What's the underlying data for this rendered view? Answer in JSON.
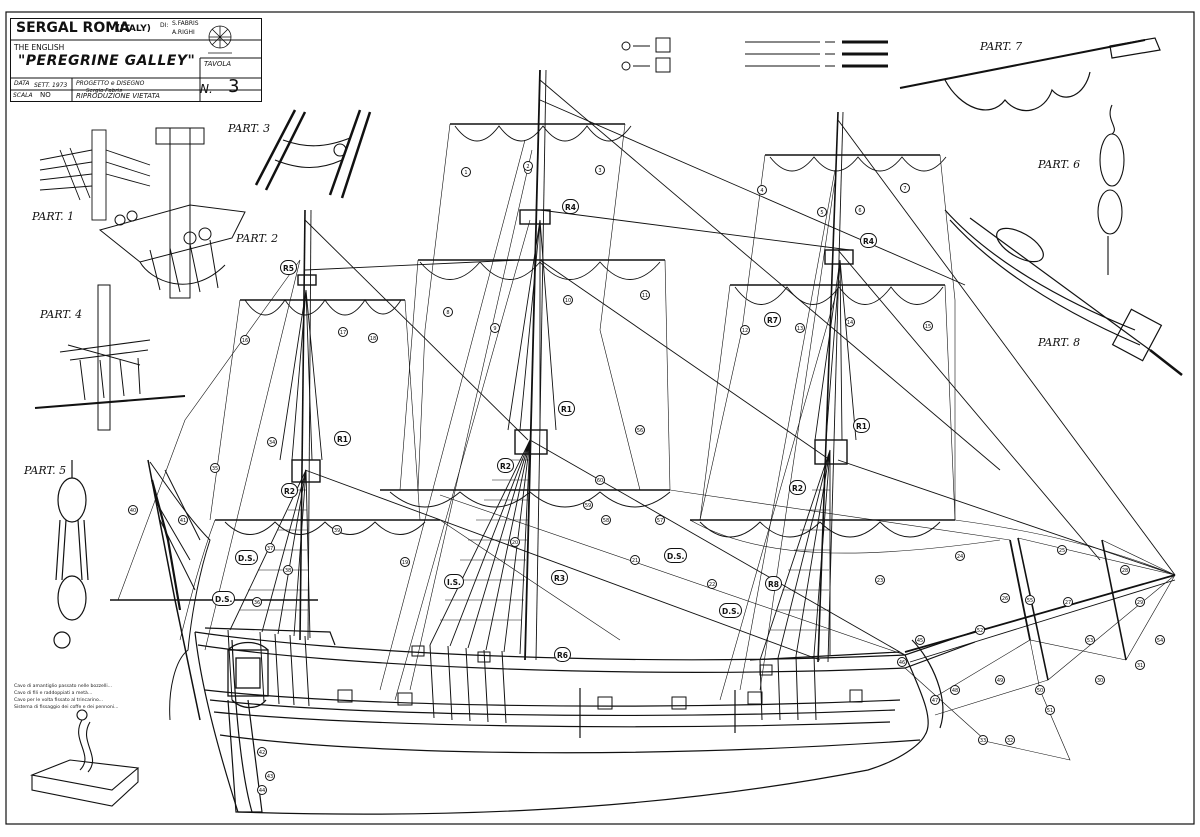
{
  "title_block": {
    "maker": "SERGAL ROMA",
    "country": "(ITALY)",
    "by_prefix": "DI:",
    "author_1": "S.FABRIS",
    "author_2": "A.RIGHI",
    "subtitle": "THE ENGLISH",
    "ship_name": "\"PEREGRINE  GALLEY\"",
    "data_label": "DATA",
    "data_value": "SETT. 1973",
    "progetto_label": "PROGETTO e DISEGNO",
    "progetto_value": "Sergio Fabris",
    "scala_label": "SCALA",
    "scala_value": "NO",
    "notice": "RIPRODUZIONE VIETATA",
    "tavola_label": "TAVOLA",
    "tavola_prefix": "N.",
    "tavola_number": "3"
  },
  "part_labels": [
    "PART. 1",
    "PART. 2",
    "PART. 3",
    "PART. 4",
    "PART. 5",
    "PART. 6",
    "PART. 7",
    "PART. 8"
  ],
  "callouts": {
    "R1": "R1",
    "R2": "R2",
    "R3": "R3",
    "R4": "R4",
    "R5": "R5",
    "R6": "R6",
    "R7": "R7",
    "R8": "R8",
    "DS": "D.S.",
    "IS": "I.S."
  },
  "num_labels": [
    "1",
    "2",
    "3",
    "4",
    "5",
    "6",
    "7",
    "8",
    "9",
    "10",
    "11",
    "12",
    "13",
    "14",
    "15",
    "16",
    "17",
    "18",
    "19",
    "20",
    "21",
    "22",
    "23",
    "24",
    "25",
    "26",
    "27",
    "28",
    "29",
    "30",
    "31",
    "32",
    "33",
    "34",
    "35",
    "36",
    "37",
    "38",
    "39",
    "40",
    "41",
    "42",
    "43",
    "44",
    "45",
    "46",
    "47",
    "48",
    "49",
    "50",
    "51",
    "52",
    "53",
    "54",
    "55",
    "56",
    "57",
    "58",
    "59",
    "60"
  ],
  "notes": [
    "Cavo di amantiglio passato nelle bozzelli...",
    "Cavo di fili e raddoppiati a metà...",
    "Cavo per le volta fissato al trincarino...",
    "Sistema di fissaggio dei coffe e dei pennoni..."
  ],
  "colors": {
    "ink": "#111111",
    "paper": "#ffffff"
  }
}
